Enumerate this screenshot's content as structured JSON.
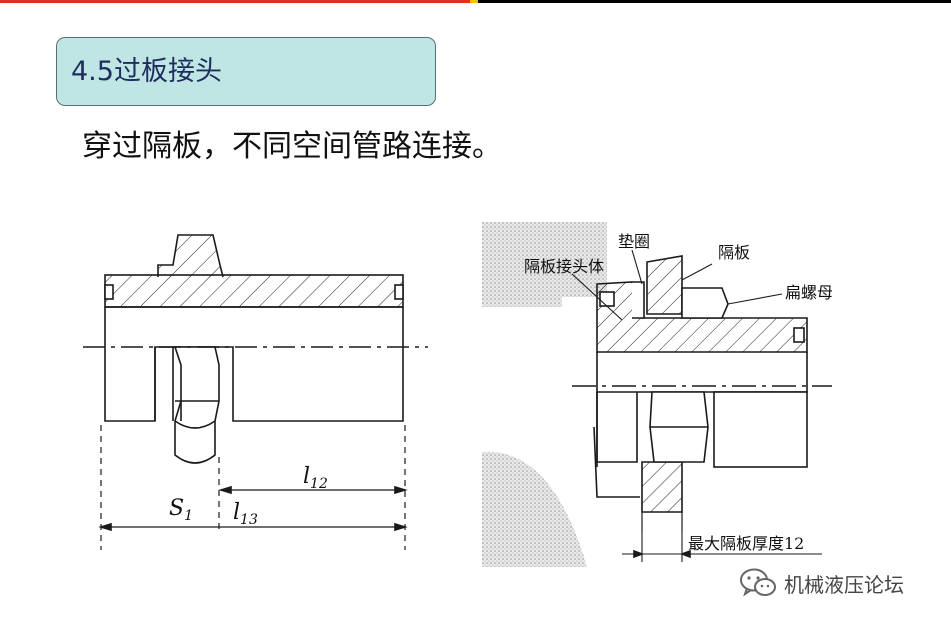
{
  "header": {
    "title": "4.5过板接头"
  },
  "body": {
    "description": "穿过隔板，不同空间管路连接。"
  },
  "left_figure": {
    "label_s": "S",
    "label_s_sub": "1",
    "label_l12": "l",
    "label_l12_sub": "12",
    "label_l13": "l",
    "label_l13_sub": "13"
  },
  "right_figure": {
    "gasket": "垫圈",
    "bulkhead": "隔板",
    "connector_body": "隔板接头体",
    "flat_nut": "扁螺母",
    "max_thickness": "最大隔板厚度12"
  },
  "watermark": {
    "text": "机械液压论坛",
    "icon": "wechat-icon"
  }
}
